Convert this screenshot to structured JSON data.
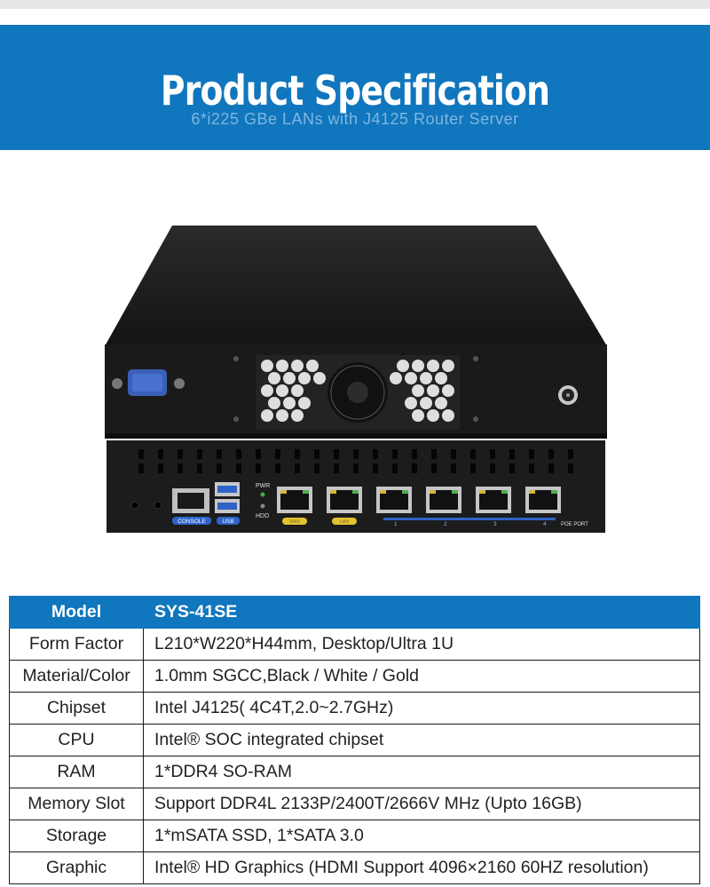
{
  "banner": {
    "title": "Product Specification",
    "subtitle": "6*i225 GBe LANs with J4125 Router Server"
  },
  "device": {
    "console_label": "CONSOLE",
    "usb_label": "USB",
    "pwr_label": "PWR",
    "hdd_label": "HDD",
    "wan_label": "WAN",
    "lan_label": "LAN",
    "poe_label": "POE PORT",
    "poe_numbers": [
      "1",
      "2",
      "3",
      "4"
    ]
  },
  "specs": {
    "header": {
      "key": "Model",
      "value": "SYS-41SE"
    },
    "rows": [
      {
        "key": "Form Factor",
        "value": "L210*W220*H44mm, Desktop/Ultra 1U"
      },
      {
        "key": "Material/Color",
        "value": "1.0mm SGCC,Black / White / Gold"
      },
      {
        "key": "Chipset",
        "value": "Intel J4125( 4C4T,2.0~2.7GHz)"
      },
      {
        "key": "CPU",
        "value": "Intel® SOC integrated chipset"
      },
      {
        "key": "RAM",
        "value": "1*DDR4 SO-RAM"
      },
      {
        "key": "Memory Slot",
        "value": "Support DDR4L 2133P/2400T/2666V MHz (Upto 16GB)"
      },
      {
        "key": "Storage",
        "value": "1*mSATA SSD, 1*SATA 3.0"
      },
      {
        "key": "Graphic",
        "value": "Intel® HD Graphics (HDMI Support 4096×2160 60HZ resolution)"
      }
    ]
  }
}
